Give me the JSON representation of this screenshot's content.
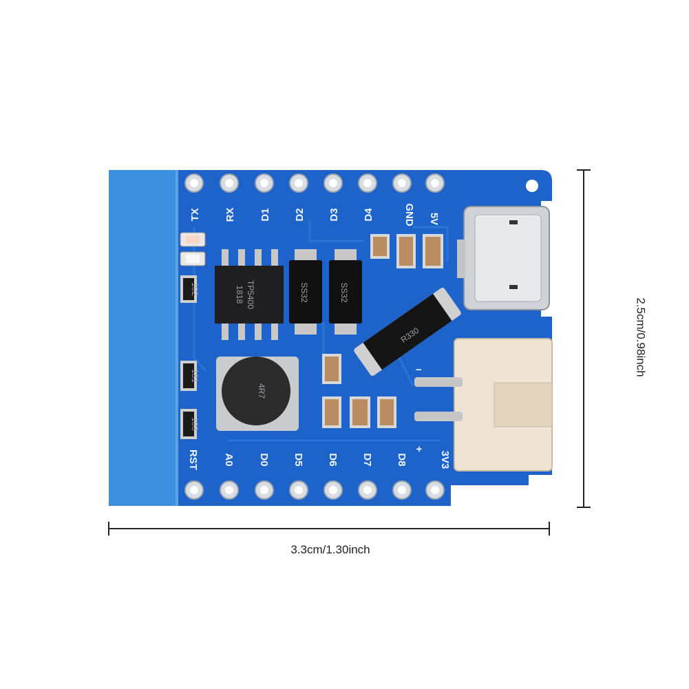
{
  "dimensions": {
    "width_label": "3.3cm/1.30inch",
    "height_label": "2.5cm/0.98inch"
  },
  "board": {
    "pcb_color": "#1e63c9",
    "antenna_color": "#3d8fe0",
    "top_pins": [
      "TX",
      "RX",
      "D1",
      "D2",
      "D3",
      "D4",
      "GND",
      "5V"
    ],
    "bottom_pins": [
      "RST",
      "A0",
      "D0",
      "D5",
      "D6",
      "D7",
      "D8",
      "3V3"
    ],
    "connector_polarity": {
      "minus": "−",
      "plus": "+"
    },
    "components": {
      "ic_marking_top": "TP5400",
      "ic_marking_bottom": "1818",
      "diode_1": "SS32",
      "diode_2": "SS32",
      "inductor": "4R7",
      "shunt_resistor": "R330",
      "resistor_1": "102",
      "resistor_2": "181",
      "resistor_3": "103"
    }
  }
}
